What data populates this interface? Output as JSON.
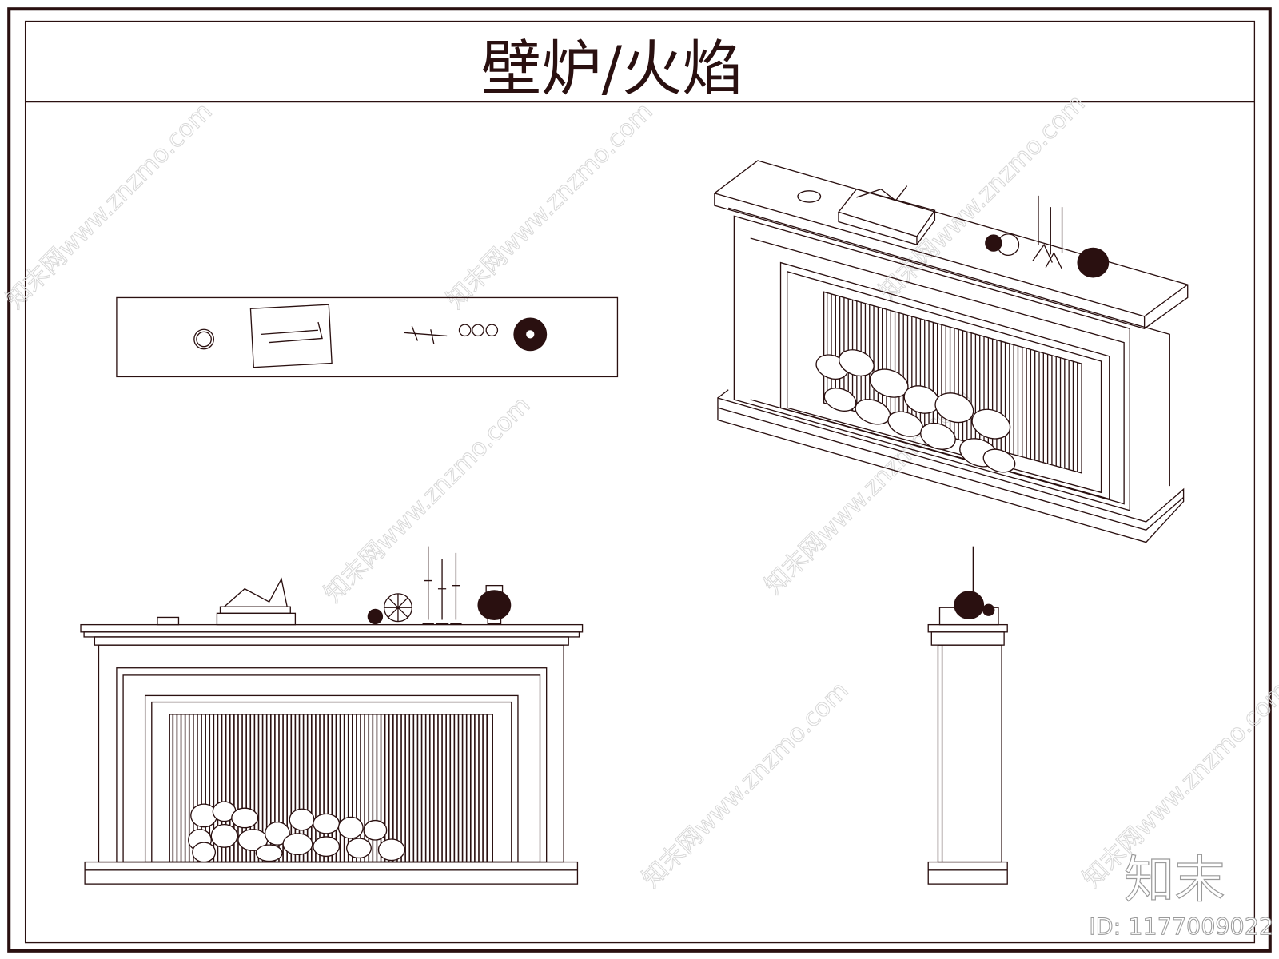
{
  "drawing": {
    "title": "壁炉/火焰",
    "views": [
      "top-plan",
      "front-elevation",
      "side-elevation",
      "isometric"
    ]
  },
  "watermark": {
    "text": "知末网www.znzmo.com",
    "logo": "知末",
    "id_label": "ID: 1177009022"
  },
  "colors": {
    "line": "#2a1010",
    "watermark": "#d8d8d8"
  }
}
